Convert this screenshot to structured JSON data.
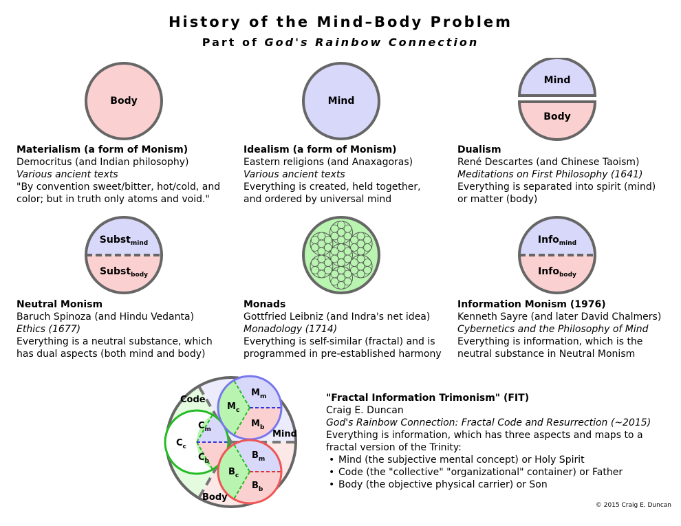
{
  "title": "History of the Mind–Body Problem",
  "subtitle_prefix": "Part of",
  "subtitle_em": "God's Rainbow Connection",
  "colors": {
    "mind": "#d8d8fb",
    "body": "#fbd0d0",
    "code": "#b9f5b0",
    "outline": "#666666"
  },
  "icons": {
    "materialism": {
      "label": "Body"
    },
    "idealism": {
      "label": "Mind"
    },
    "dualism": {
      "top": "Mind",
      "bottom": "Body"
    },
    "neutral": {
      "top": "Subst",
      "top_sub": "mind",
      "bottom": "Subst",
      "bottom_sub": "body"
    },
    "info": {
      "top": "Info",
      "top_sub": "mind",
      "bottom": "Info",
      "bottom_sub": "body"
    },
    "fit": {
      "code": "Code",
      "mind": "Mind",
      "body": "Body",
      "m_main": "M",
      "c_main": "C",
      "b_main": "B",
      "sub_m": "m",
      "sub_c": "c",
      "sub_b": "b"
    }
  },
  "sections": {
    "materialism": {
      "heading": "Materialism (a form of Monism)",
      "who": "Democritus (and Indian philosophy)",
      "work": "Various ancient texts",
      "desc1": "\"By convention sweet/bitter, hot/cold, and",
      "desc2": "color; but in truth only atoms and void.\""
    },
    "idealism": {
      "heading": "Idealism (a form of Monism)",
      "who": "Eastern religions (and Anaxagoras)",
      "work": "Various ancient texts",
      "desc1": "Everything is created, held together,",
      "desc2": "and ordered by universal mind"
    },
    "dualism": {
      "heading": "Dualism",
      "who": "René Descartes (and Chinese Taoism)",
      "work": "Meditations on First Philosophy (1641)",
      "desc1": "Everything is separated into spirit (mind)",
      "desc2": "or matter (body)"
    },
    "neutral": {
      "heading": "Neutral Monism",
      "who": "Baruch Spinoza (and Hindu Vedanta)",
      "work": "Ethics (1677)",
      "desc1": "Everything is a neutral substance, which",
      "desc2": "has dual aspects (both mind and body)"
    },
    "monads": {
      "heading": "Monads",
      "who": "Gottfried Leibniz (and Indra's net idea)",
      "work": "Monadology (1714)",
      "desc1": "Everything is self-similar (fractal) and is",
      "desc2": "programmed in pre-established harmony"
    },
    "info": {
      "heading": "Information Monism (1976)",
      "who": "Kenneth Sayre (and later David Chalmers)",
      "work": "Cybernetics and the Philosophy of Mind",
      "desc1": "Everything is information, which is the",
      "desc2": "neutral substance in Neutral Monism"
    },
    "fit": {
      "heading": "\"Fractal Information Trimonism\" (FIT)",
      "who": "Craig E. Duncan",
      "work": "God's Rainbow Connection: Fractal Code and Resurrection (~2015)",
      "desc1": "Everything is information, which has three aspects and maps to a",
      "desc2": "fractal version of the Trinity:",
      "bullets": [
        "Mind (the subjective mental concept) or Holy Spirit",
        "Code (the \"collective\" \"organizational\" container) or Father",
        "Body (the objective physical carrier) or Son"
      ]
    }
  },
  "copyright": "© 2015 Craig E. Duncan"
}
